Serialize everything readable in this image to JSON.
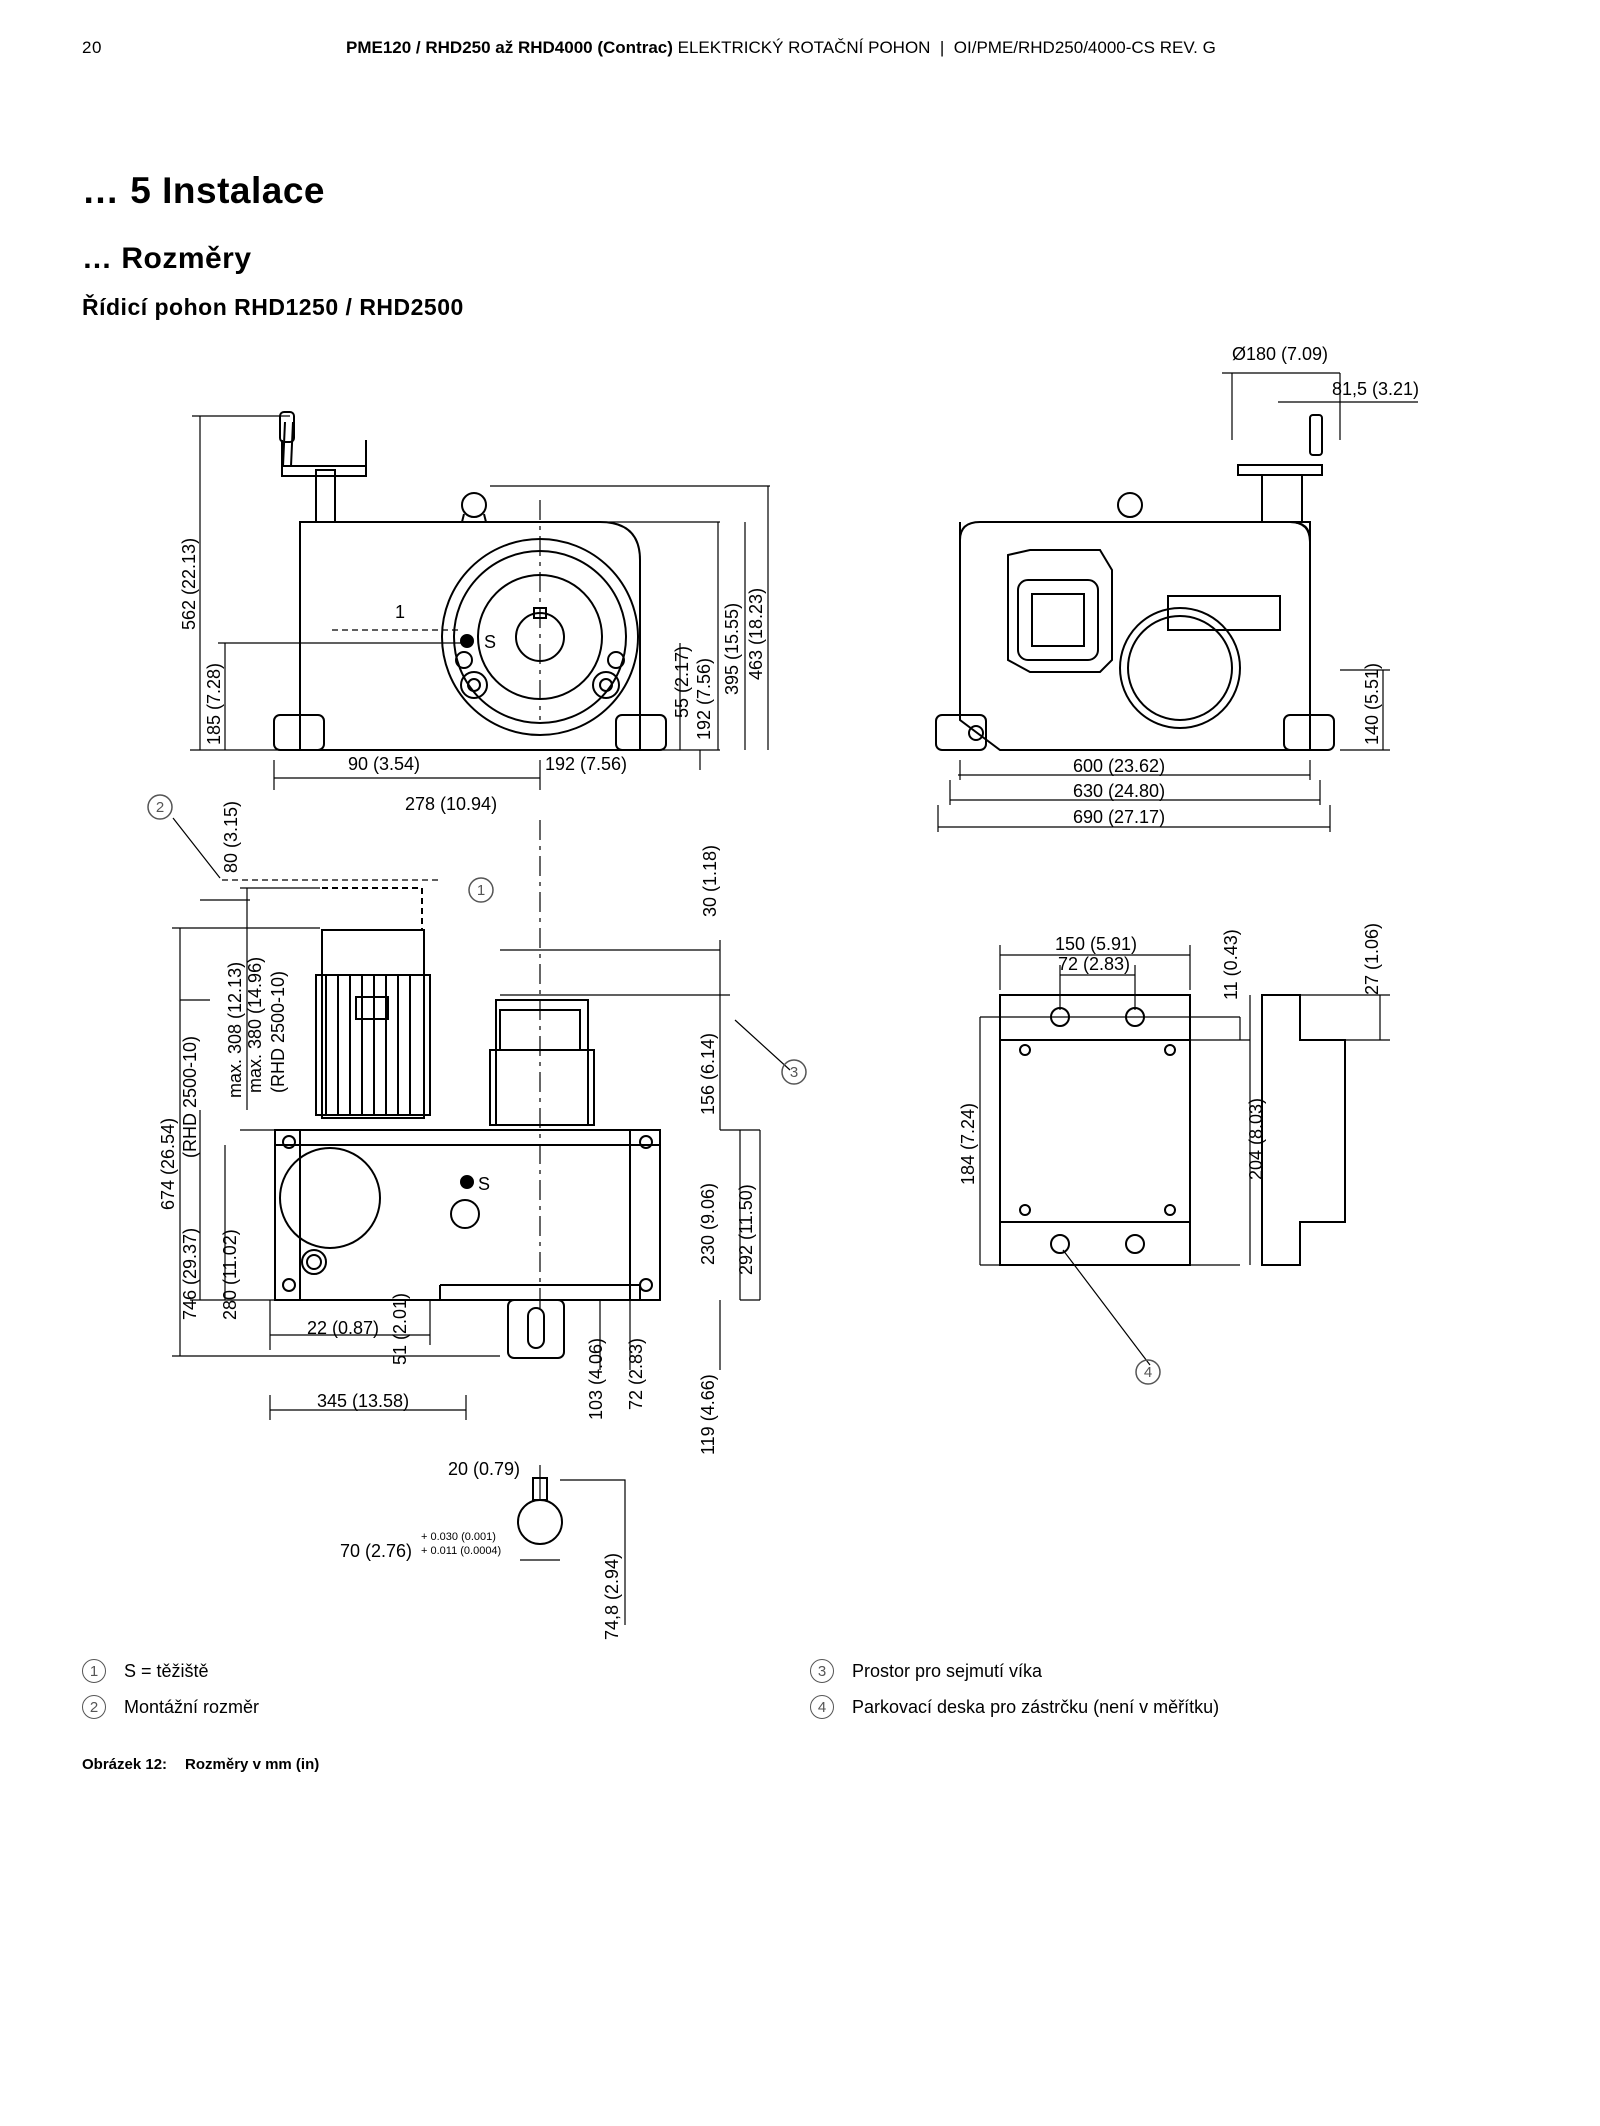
{
  "header": {
    "page_number": "20",
    "title_bold": "PME120 / RHD250 až RHD4000 (Contrac)",
    "title_rest": " ELEKTRICKÝ ROTAČNÍ POHON  |  OI/PME/RHD250/4000-CS REV. G"
  },
  "section_title": "… 5  Instalace",
  "subsection_title": "… Rozměry",
  "figure_heading": "Řídicí pohon RHD1250 / RHD2500",
  "dimensions": {
    "d180": "Ø180 (7.09)",
    "d81": "81,5 (3.21)",
    "d562": "562 (22.13)",
    "d185": "185 (7.28)",
    "d55": "55 (2.17)",
    "d192v": "192 (7.56)",
    "d395": "395 (15.55)",
    "d463": "463 (18.23)",
    "d90": "90 (3.54)",
    "d192h": "192 (7.56)",
    "d140": "140 (5.51)",
    "d600": "600 (23.62)",
    "d630": "630 (24.80)",
    "d690": "690 (27.17)",
    "d278": "278 (10.94)",
    "d80": "80 (3.15)",
    "d30": "30 (1.18)",
    "d308": "max. 308 (12.13)",
    "d380": "max. 380 (14.96)",
    "d380b": "(RHD 2500-10)",
    "d674": "674 (26.54)",
    "d674b": "(RHD 2500-10)",
    "d746": "746 (29.37)",
    "d280": "280 (11.02)",
    "d156": "156 (6.14)",
    "d230": "230 (9.06)",
    "d292": "292 (11.50)",
    "d22": "22 (0.87)",
    "d51": "51 (2.01)",
    "d103": "103 (4.06)",
    "d72v": "72 (2.83)",
    "d119": "119 (4.66)",
    "d345": "345 (13.58)",
    "d20": "20 (0.79)",
    "d70": "70 (2.76)",
    "tol1": "+ 0.030 (0.001)",
    "tol2": "+ 0.011 (0.0004)",
    "d748": "74,8 (2.94)",
    "d150": "150 (5.91)",
    "d72h": "72 (2.83)",
    "d11": "11 (0.43)",
    "d27": "27 (1.06)",
    "d184": "184 (7.24)",
    "d204": "204 (8.03)",
    "label_s": "S",
    "label_1": "1"
  },
  "callouts": [
    "1",
    "2",
    "3",
    "4"
  ],
  "legend": [
    {
      "num": "1",
      "text": "S = těžiště"
    },
    {
      "num": "2",
      "text": "Montážní rozměr"
    },
    {
      "num": "3",
      "text": "Prostor pro sejmutí víka"
    },
    {
      "num": "4",
      "text": "Parkovací deska pro zástrčku (není v měřítku)"
    }
  ],
  "caption": {
    "label": "Obrázek 12:",
    "text": "Rozměry v mm (in)"
  }
}
